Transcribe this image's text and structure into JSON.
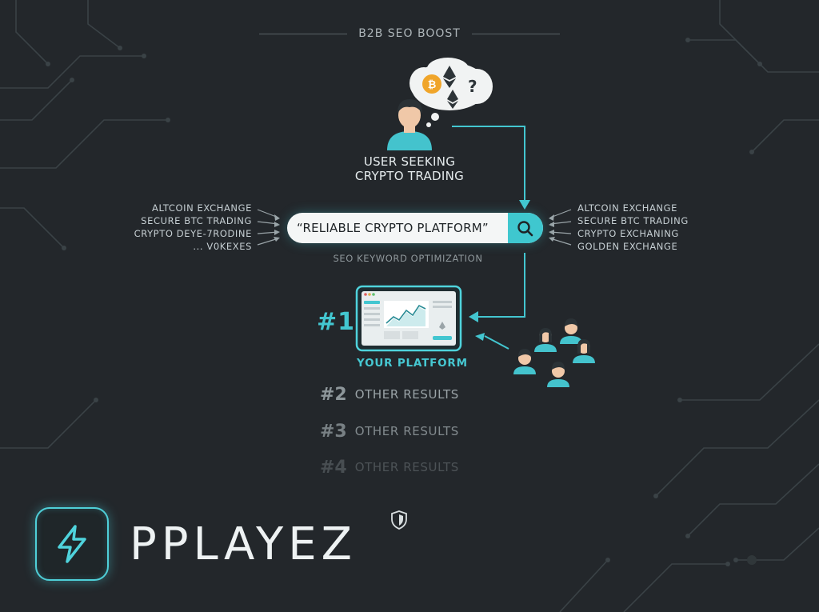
{
  "header": {
    "title": "B2B SEO BOOST"
  },
  "thought_bubble": {
    "question_mark": "?"
  },
  "user": {
    "label_line1": "USER SEEKING",
    "label_line2": "CRYPTO TRADING"
  },
  "keywords_left": [
    "ALTCOIN EXCHANGE",
    "SECURE BTC TRADING",
    "CRYPTO DEYE-7RODINE",
    "... V0KEXES"
  ],
  "keywords_right": [
    "ALTCOIN EXCHANGE",
    "SECURE BTC TRADING",
    "CRYPTO EXCHANING",
    "GOLDEN EXCHANGE"
  ],
  "search": {
    "query": "“RELIABLE CRYPTO PLATFORM”",
    "icon": "search-icon"
  },
  "seo_caption": "SEO KEYWORD OPTIMIZATION",
  "top_result": {
    "rank": "#1",
    "label": "YOUR PLATFORM"
  },
  "results": [
    {
      "rank": "#2",
      "label": "OTHER RESULTS"
    },
    {
      "rank": "#3",
      "label": "OTHER RESULTS"
    },
    {
      "rank": "#4",
      "label": "OTHER RESULTS"
    }
  ],
  "brand": {
    "name": "PPLAYEZ",
    "icon": "lightning-bolt-icon",
    "badge": "shield-icon"
  },
  "colors": {
    "accent": "#43c6d0",
    "background": "#23272b",
    "text": "#d6dde0"
  }
}
